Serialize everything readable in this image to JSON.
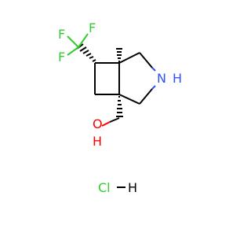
{
  "atoms": {
    "fluorine_1": "F",
    "fluorine_2": "F",
    "fluorine_3": "F",
    "nitrogen": "N",
    "amine_hydrogen": "H",
    "oxygen": "O",
    "hydroxyl_hydrogen": "H",
    "chlorine": "Cl",
    "salt_hydrogen": "H"
  },
  "colors": {
    "fluorine": "#33cc33",
    "nitrogen": "#3050f8",
    "oxygen": "#ff0000",
    "chlorine": "#33cc33",
    "carbon": "#000000"
  }
}
